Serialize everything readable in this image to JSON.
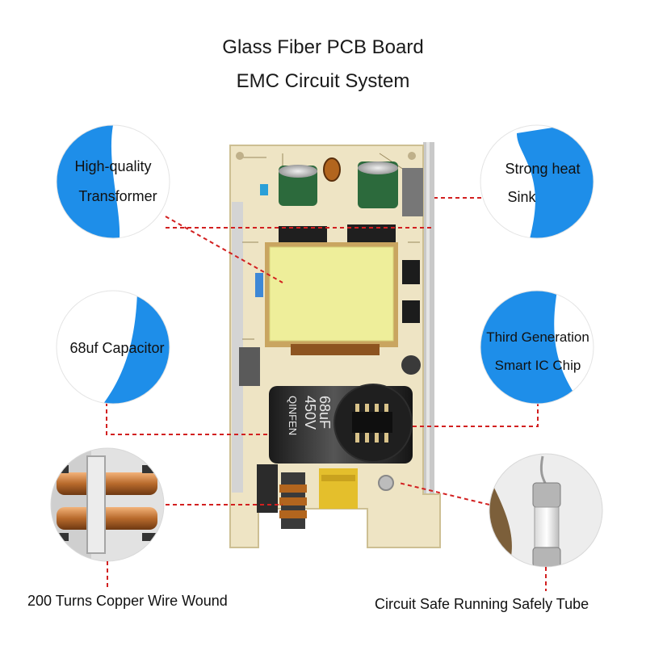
{
  "header": {
    "line1": "Glass Fiber PCB Board",
    "line2": "EMC Circuit System"
  },
  "callouts": [
    {
      "id": "transformer",
      "line1": "High-quality",
      "line2": "Transformer"
    },
    {
      "id": "heat-sink",
      "line1": "Strong heat",
      "line2": "Sink"
    },
    {
      "id": "capacitor",
      "line1": "68uf Capacitor"
    },
    {
      "id": "ic-chip",
      "line1": "Third Generation",
      "line2": "Smart  IC Chip"
    }
  ],
  "photo_callouts": [
    {
      "id": "coil",
      "label": "200 Turns Copper Wire Wound"
    },
    {
      "id": "fuse",
      "label": "Circuit Safe Running Safely Tube"
    }
  ],
  "board_marks": {
    "capacitor_brand": "QINFEN",
    "capacitor_voltage": "450V",
    "capacitor_value": "68uF"
  },
  "colors": {
    "accent_blue": "#1e8ee9",
    "leader_line": "#d22020",
    "pcb": "#eee4c4",
    "transformer_tape": "#eeee9a"
  }
}
